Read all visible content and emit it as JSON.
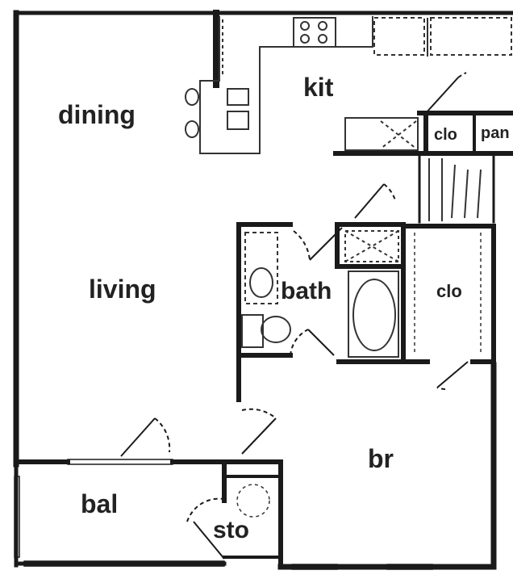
{
  "rooms": {
    "dining": "dining",
    "kit": "kit",
    "living": "living",
    "bath": "bath",
    "clo_small": "clo",
    "pantry": "pan",
    "clo_large": "clo",
    "br": "br",
    "bal": "bal",
    "sto": "sto"
  },
  "colors": {
    "wall": "#1a1a1a",
    "fixture": "#333333",
    "background": "#ffffff"
  }
}
